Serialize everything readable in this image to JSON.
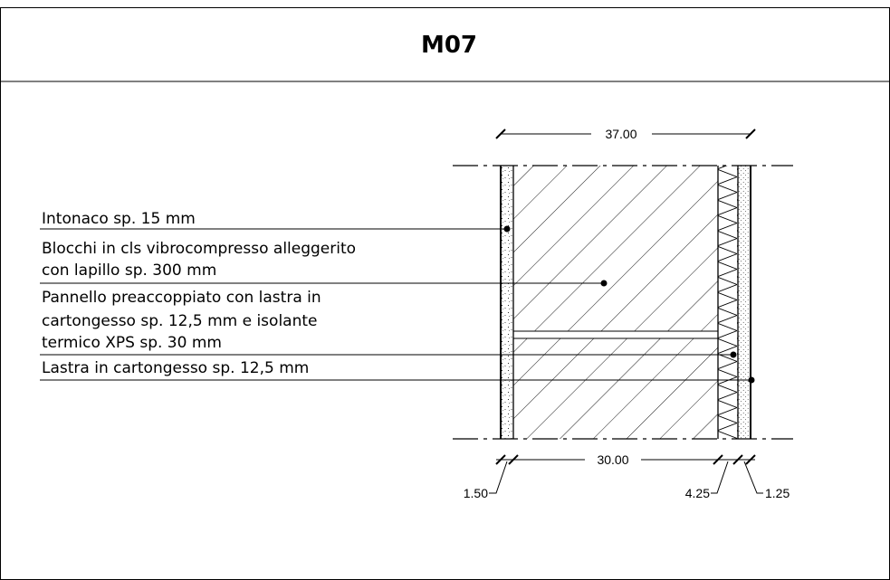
{
  "title": "M07",
  "layers": [
    {
      "label_lines": [
        "Intonaco sp. 15 mm"
      ]
    },
    {
      "label_lines": [
        "Blocchi in cls vibrocompresso alleggerito",
        "con lapillo sp. 300 mm"
      ]
    },
    {
      "label_lines": [
        "Pannello preaccoppiato con lastra in",
        "cartongesso sp. 12,5 mm e isolante",
        "termico XPS sp. 30 mm"
      ]
    },
    {
      "label_lines": [
        "Lastra in cartongesso sp. 12,5 mm"
      ]
    }
  ],
  "dimensions": {
    "total": "37.00",
    "block": "30.00",
    "plaster": "1.50",
    "insulation": "4.25",
    "board": "1.25"
  }
}
